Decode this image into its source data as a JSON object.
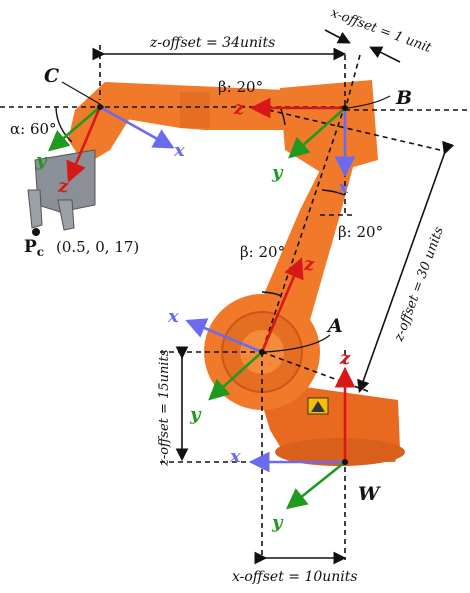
{
  "points": {
    "C": "C",
    "B": "B",
    "A": "A",
    "W": "W",
    "pc": {
      "label": "P",
      "sub": "c",
      "coords": "(0.5, 0, 17)"
    }
  },
  "offsets": {
    "top_z": "z-offset = 34units",
    "top_x": "x-offset = 1 unit",
    "right_z": "z-offset = 30 units",
    "left_z": "z-offset = 15units",
    "bottom_x": "x-offset = 10units"
  },
  "angles": {
    "alpha_c": "α: 60°",
    "beta_b_top": "β: 20°",
    "beta_b_bottom": "β: 20°",
    "beta_a": "β: 20°"
  },
  "axes": {
    "x": "x",
    "y": "y",
    "z": "z"
  },
  "colors": {
    "robot": "#f07a2a",
    "robot_dark": "#c9571a",
    "axis_x": "#6b6bf0",
    "axis_y": "#1f9a1f",
    "axis_z": "#d81818",
    "warning": "#f5c000"
  }
}
